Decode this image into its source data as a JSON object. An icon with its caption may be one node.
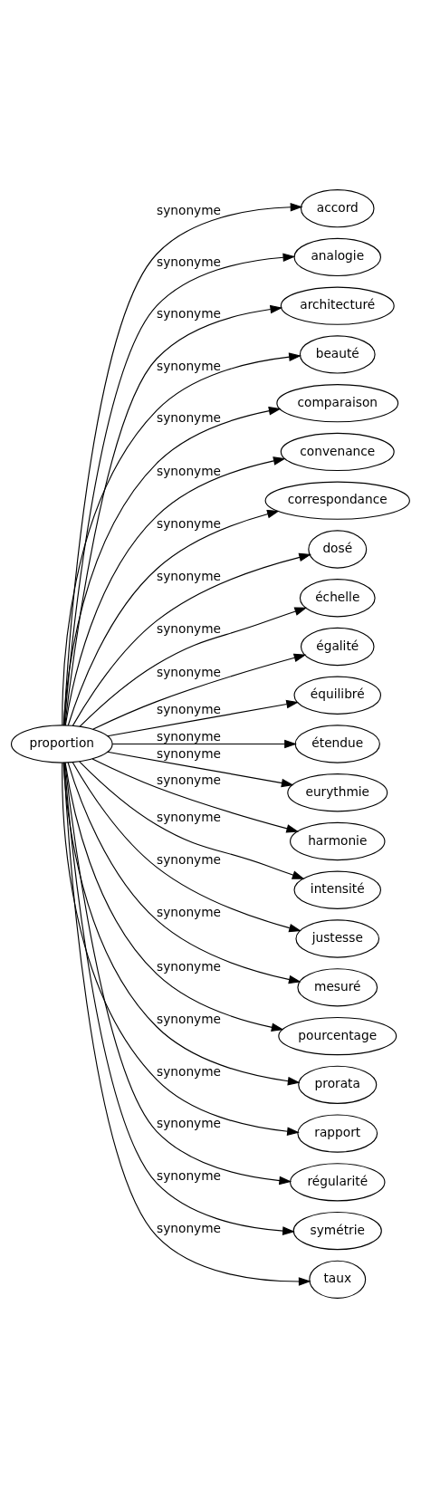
{
  "diagram": {
    "nodes": [
      {
        "text": [
          "proportion"
        ]
      },
      {
        "text": [
          "accord"
        ]
      },
      {
        "text": [
          "analogie"
        ]
      },
      {
        "text": [
          "architecturé"
        ]
      },
      {
        "text": [
          "beauté"
        ]
      },
      {
        "text": [
          "comparaison"
        ]
      },
      {
        "text": [
          "convenance"
        ]
      },
      {
        "text": [
          "correspondance"
        ]
      },
      {
        "text": [
          "dosé"
        ]
      },
      {
        "text": [
          "échelle"
        ]
      },
      {
        "text": [
          "égalité"
        ]
      },
      {
        "text": [
          "équilibré"
        ]
      },
      {
        "text": [
          "étendue"
        ]
      },
      {
        "text": [
          "eurythmie"
        ]
      },
      {
        "text": [
          "harmonie"
        ]
      },
      {
        "text": [
          "intensité"
        ]
      },
      {
        "text": [
          "justesse"
        ]
      },
      {
        "text": [
          "mesuré"
        ]
      },
      {
        "text": [
          "pourcentage"
        ]
      },
      {
        "text": [
          "prorata"
        ]
      },
      {
        "text": [
          "rapport"
        ]
      },
      {
        "text": [
          "régularité"
        ]
      },
      {
        "text": [
          "symétrie"
        ]
      },
      {
        "text": [
          "taux"
        ]
      }
    ],
    "edges": [
      {
        "from": 0,
        "to": 1,
        "arrow": "to",
        "label": "synonyme"
      },
      {
        "from": 0,
        "to": 2,
        "arrow": "to",
        "label": "synonyme"
      },
      {
        "from": 0,
        "to": 3,
        "arrow": "to",
        "label": "synonyme"
      },
      {
        "from": 0,
        "to": 4,
        "arrow": "to",
        "label": "synonyme"
      },
      {
        "from": 0,
        "to": 5,
        "arrow": "to",
        "label": "synonyme"
      },
      {
        "from": 0,
        "to": 6,
        "arrow": "to",
        "label": "synonyme"
      },
      {
        "from": 0,
        "to": 7,
        "arrow": "to",
        "label": "synonyme"
      },
      {
        "from": 0,
        "to": 8,
        "arrow": "to",
        "label": "synonyme"
      },
      {
        "from": 0,
        "to": 9,
        "arrow": "to",
        "label": "synonyme"
      },
      {
        "from": 0,
        "to": 10,
        "arrow": "to",
        "label": "synonyme"
      },
      {
        "from": 0,
        "to": 11,
        "arrow": "to",
        "label": "synonyme"
      },
      {
        "from": 0,
        "to": 12,
        "arrow": "to",
        "label": "synonyme"
      },
      {
        "from": 0,
        "to": 13,
        "arrow": "to",
        "label": "synonyme"
      },
      {
        "from": 0,
        "to": 14,
        "arrow": "to",
        "label": "synonyme"
      },
      {
        "from": 0,
        "to": 15,
        "arrow": "to",
        "label": "synonyme"
      },
      {
        "from": 0,
        "to": 16,
        "arrow": "to",
        "label": "synonyme"
      },
      {
        "from": 0,
        "to": 17,
        "arrow": "to",
        "label": "synonyme"
      },
      {
        "from": 0,
        "to": 18,
        "arrow": "to",
        "label": "synonyme"
      },
      {
        "from": 0,
        "to": 19,
        "arrow": "to",
        "label": "synonyme"
      },
      {
        "from": 0,
        "to": 20,
        "arrow": "to",
        "label": "synonyme"
      },
      {
        "from": 0,
        "to": 21,
        "arrow": "to",
        "label": "synonyme"
      },
      {
        "from": 0,
        "to": 22,
        "arrow": "to",
        "label": "synonyme"
      },
      {
        "from": 0,
        "to": 23,
        "arrow": "to",
        "label": "synonyme"
      }
    ]
  }
}
